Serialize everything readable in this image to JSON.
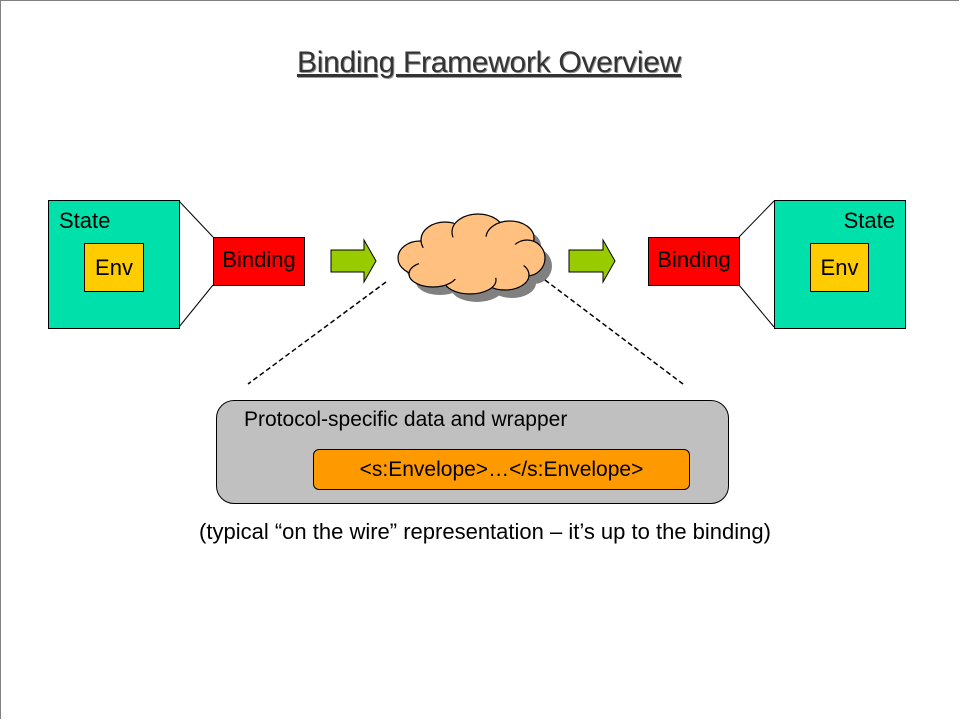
{
  "title": "Binding Framework Overview",
  "left_endpoint": {
    "state_label": "State",
    "env_label": "Env",
    "binding_label": "Binding"
  },
  "right_endpoint": {
    "state_label": "State",
    "env_label": "Env",
    "binding_label": "Binding"
  },
  "network": {
    "icon": "cloud-icon"
  },
  "wire_format": {
    "title": "Protocol-specific data and wrapper",
    "envelope": "<s:Envelope>…</s:Envelope>"
  },
  "caption": "(typical “on the wire” representation –  it’s up to the binding)",
  "colors": {
    "state": "#00e0aa",
    "env": "#ffcc00",
    "binding": "#ff0000",
    "arrow": "#99cc00",
    "cloud": "#ffc080",
    "cloud_shadow": "#808080",
    "wire_box": "#c0c0c0",
    "envelope": "#ff9900"
  }
}
